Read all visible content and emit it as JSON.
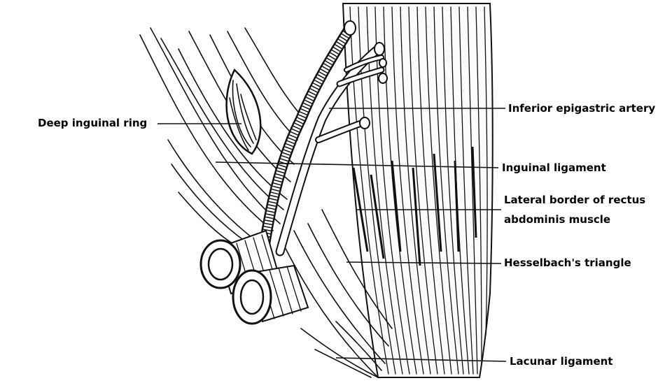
{
  "labels": {
    "deep_ring": "Deep inguinal ring",
    "inferior_epigastric": "Inferior epigastric artery",
    "inguinal_ligament": "Inguinal ligament",
    "lateral_border_line1": "Lateral border of rectus",
    "lateral_border_line2": "abdominis muscle",
    "hesselbach": "Hesselbach's triangle",
    "lacunar": "Lacunar ligament"
  },
  "colors": {
    "ink": "#111111",
    "background": "#ffffff"
  }
}
